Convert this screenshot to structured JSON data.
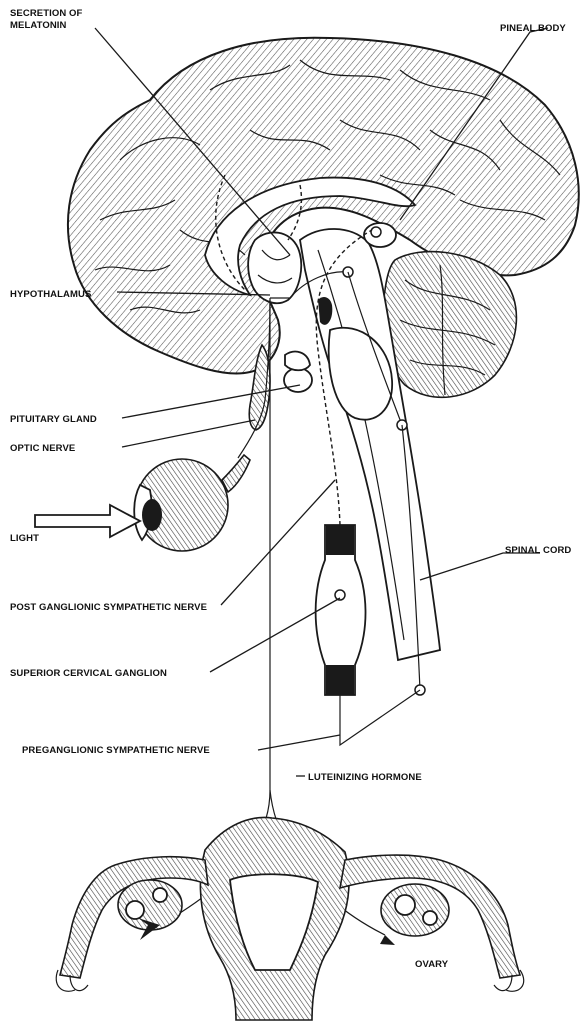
{
  "labels": {
    "secretion_line1": "SECRETION OF",
    "secretion_line2": "MELATONIN",
    "pineal_body": "PINEAL BODY",
    "hypothalamus": "HYPOTHALAMUS",
    "pituitary_gland": "PITUITARY GLAND",
    "optic_nerve": "OPTIC NERVE",
    "light": "LIGHT",
    "spinal_cord": "SPINAL CORD",
    "post_ganglionic": "POST GANGLIONIC SYMPATHETIC NERVE",
    "superior_cervical": "SUPERIOR CERVICAL GANGLION",
    "preganglionic": "PREGANGLIONIC SYMPATHETIC NERVE",
    "luteinizing": "LUTEINIZING HORMONE",
    "ovary": "OVARY"
  },
  "colors": {
    "ink": "#1a1a1a",
    "paper": "#ffffff"
  }
}
